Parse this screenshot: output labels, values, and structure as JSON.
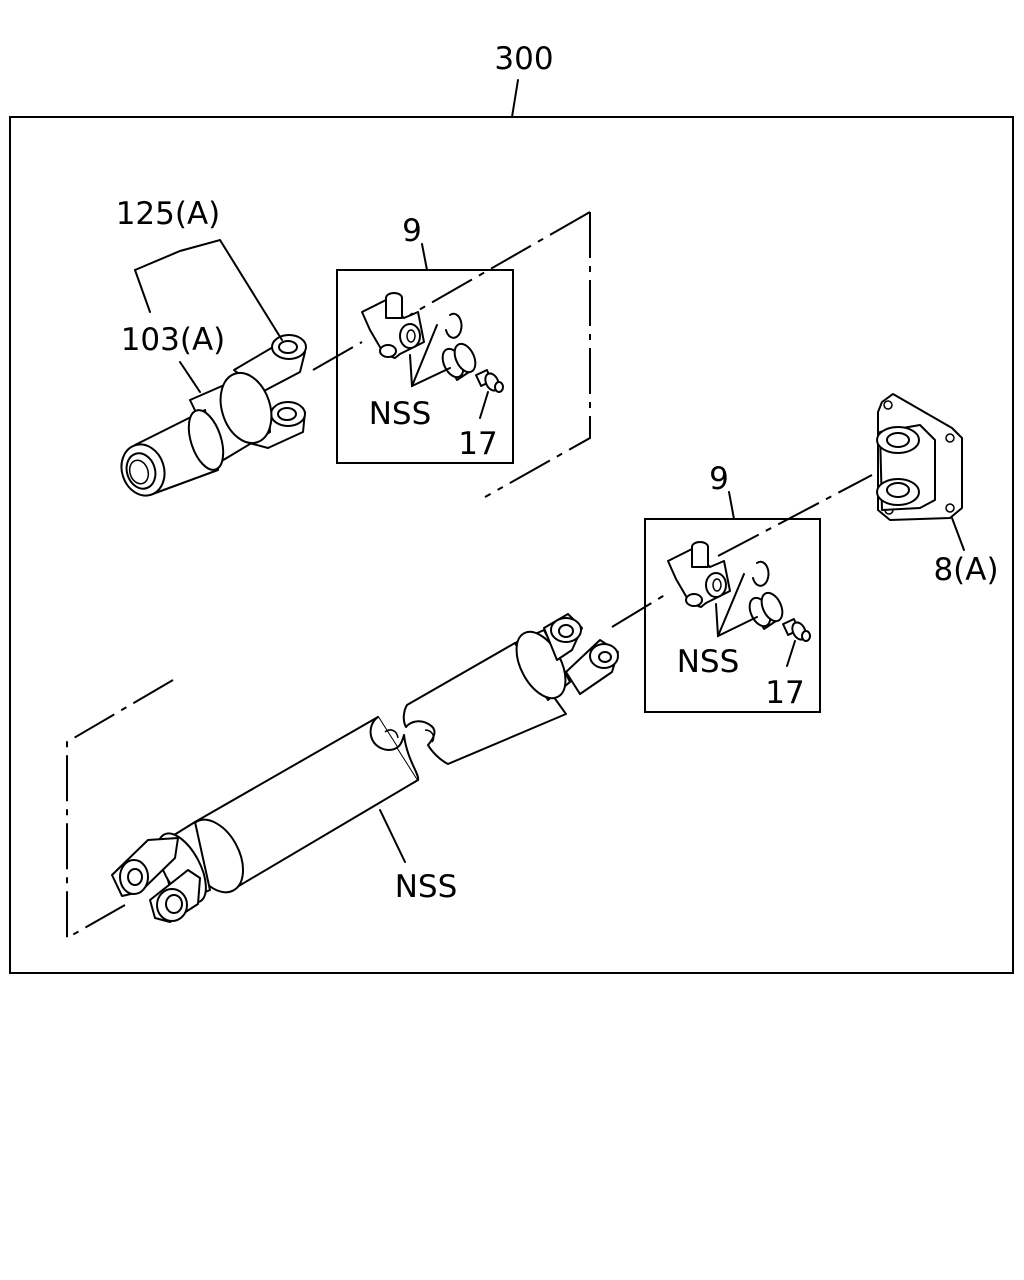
{
  "diagram": {
    "callouts": {
      "assembly": "300",
      "companion_yoke_a": "125(A)",
      "slip_yoke_a": "103(A)",
      "joint_kit_upper": "9",
      "joint_kit_lower": "9",
      "nss_upper": "NSS",
      "nss_lower": "NSS",
      "nss_shaft": "NSS",
      "grease_fitting_upper": "17",
      "grease_fitting_lower": "17",
      "flange_yoke_a": "8(A)"
    }
  }
}
